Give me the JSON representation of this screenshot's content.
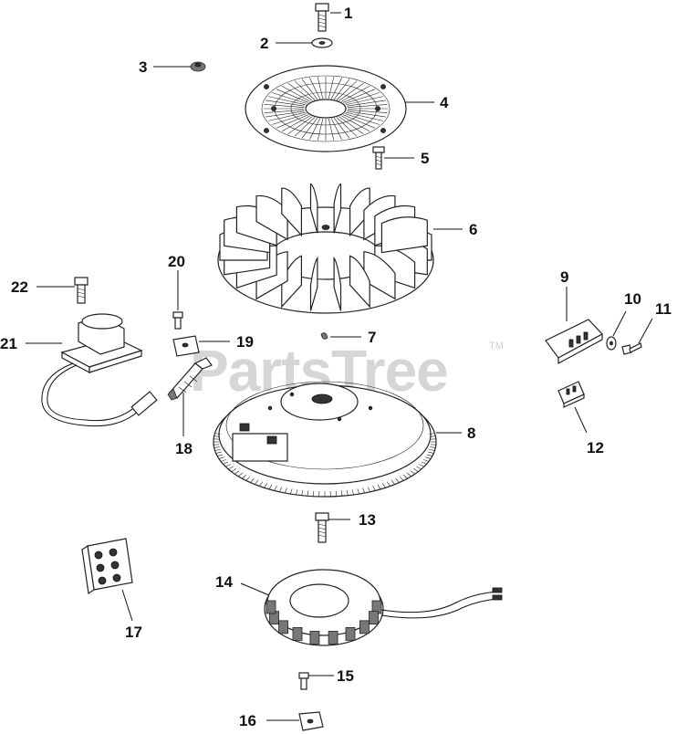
{
  "watermark": {
    "text": "PartsTree",
    "trademark": "TM"
  },
  "callouts": [
    "1",
    "2",
    "3",
    "4",
    "5",
    "6",
    "7",
    "8",
    "9",
    "10",
    "11",
    "12",
    "13",
    "14",
    "15",
    "16",
    "17",
    "18",
    "19",
    "20",
    "21",
    "22"
  ]
}
